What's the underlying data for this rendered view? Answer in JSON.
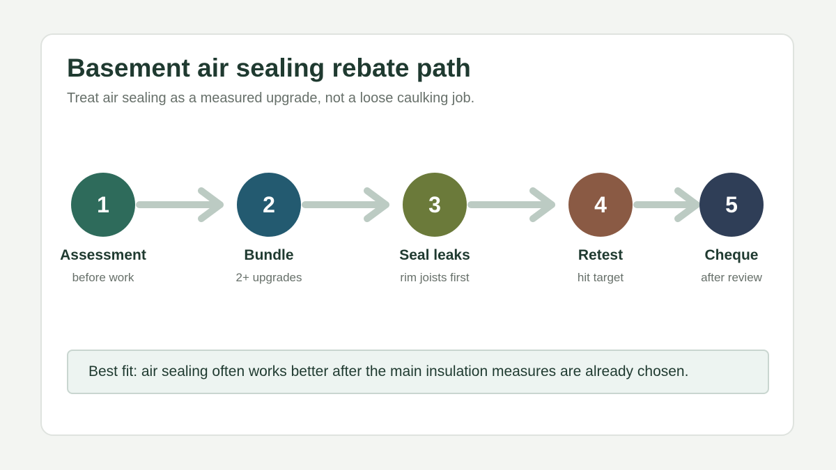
{
  "title": "Basement air sealing rebate path",
  "subtitle": "Treat air sealing as a measured upgrade, not a loose caulking job.",
  "steps": [
    {
      "number": "1",
      "label": "Assessment",
      "sub": "before work",
      "color": "#2e6b5b"
    },
    {
      "number": "2",
      "label": "Bundle",
      "sub": "2+ upgrades",
      "color": "#235a70"
    },
    {
      "number": "3",
      "label": "Seal leaks",
      "sub": "rim joists first",
      "color": "#6b7a3a"
    },
    {
      "number": "4",
      "label": "Retest",
      "sub": "hit target",
      "color": "#8a5a44"
    },
    {
      "number": "5",
      "label": "Cheque",
      "sub": "after review",
      "color": "#2f3e57"
    }
  ],
  "arrow_color": "#bccbc3",
  "note": "Best fit: air sealing often works better after the main insulation measures are already chosen."
}
